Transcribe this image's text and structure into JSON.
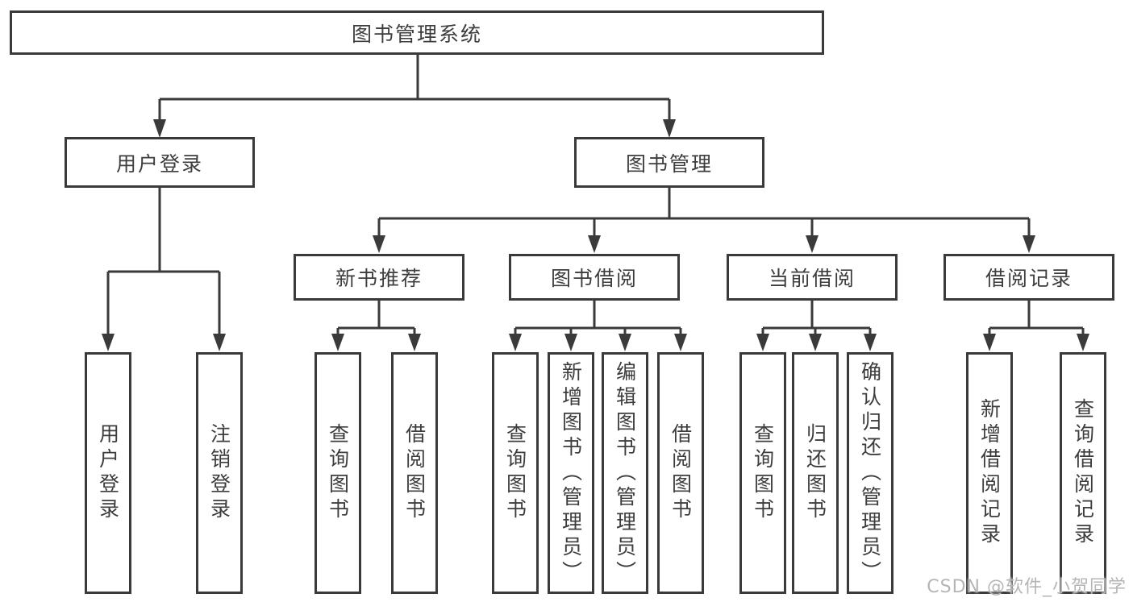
{
  "tree": {
    "root": {
      "label": "图书管理系统",
      "children": [
        {
          "label": "用户登录",
          "children": [
            {
              "label": "用户登录"
            },
            {
              "label": "注销登录"
            }
          ]
        },
        {
          "label": "图书管理",
          "children": [
            {
              "label": "新书推荐",
              "children": [
                {
                  "label": "查询图书"
                },
                {
                  "label": "借阅图书"
                }
              ]
            },
            {
              "label": "图书借阅",
              "children": [
                {
                  "label": "查询图书"
                },
                {
                  "label": "新增图书（管理员）"
                },
                {
                  "label": "编辑图书（管理员）"
                },
                {
                  "label": "借阅图书"
                }
              ]
            },
            {
              "label": "当前借阅",
              "children": [
                {
                  "label": "查询图书"
                },
                {
                  "label": "归还图书"
                },
                {
                  "label": "确认归还（管理员）"
                }
              ]
            },
            {
              "label": "借阅记录",
              "children": [
                {
                  "label": "新增借阅记录"
                },
                {
                  "label": "查询借阅记录"
                }
              ]
            }
          ]
        }
      ]
    }
  },
  "watermark": "CSDN @软件_小贺同学",
  "colors": {
    "line": "#3a3a3a",
    "box_border": "#3a3a3a",
    "text": "#3d3d3d",
    "background": "#ffffff",
    "watermark": "#b5b5b5"
  }
}
